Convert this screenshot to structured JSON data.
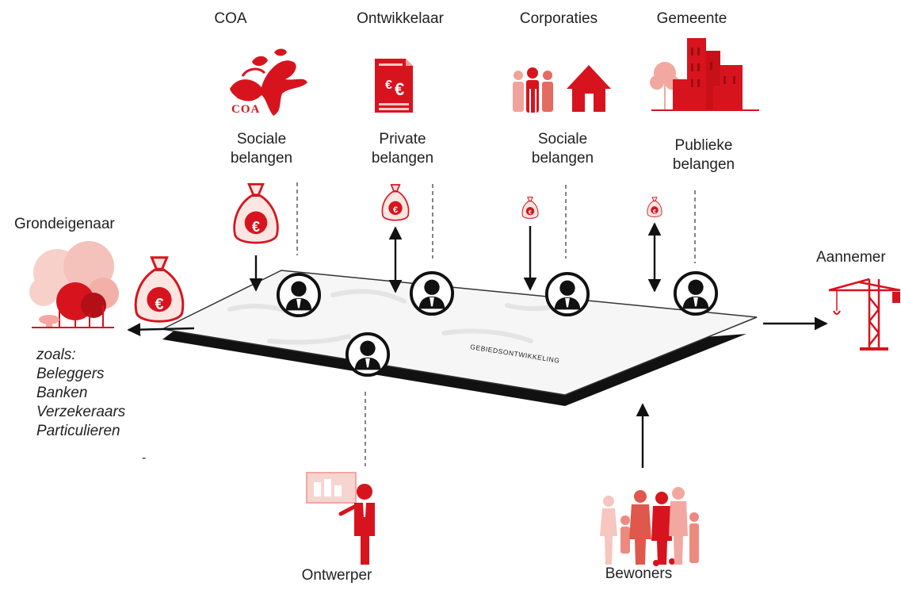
{
  "stakeholders": {
    "coa": {
      "title": "COA",
      "logo_text": "COA",
      "interest_line1": "Sociale",
      "interest_line2": "belangen"
    },
    "ontwikkelaar": {
      "title": "Ontwikkelaar",
      "interest_line1": "Private",
      "interest_line2": "belangen"
    },
    "corporaties": {
      "title": "Corporaties",
      "interest_line1": "Sociale",
      "interest_line2": "belangen"
    },
    "gemeente": {
      "title": "Gemeente",
      "interest_line1": "Publieke",
      "interest_line2": "belangen"
    }
  },
  "grondeigenaar": {
    "title": "Grondeigenaar",
    "examples": [
      "zoals:",
      "Beleggers",
      "Banken",
      "Verzekeraars",
      "Particulieren"
    ],
    "stray_mark": "-"
  },
  "aannemer": {
    "title": "Aannemer"
  },
  "ontwerper": {
    "title": "Ontwerper"
  },
  "bewoners": {
    "title": "Bewoners"
  },
  "plane": {
    "label": "GEBIEDSONTWIKKELING"
  },
  "money": {
    "symbol": "€"
  },
  "colors": {
    "accent": "#d7141e",
    "accent_light": "#f2b0a8",
    "dark": "#111111",
    "line": "#333333"
  }
}
